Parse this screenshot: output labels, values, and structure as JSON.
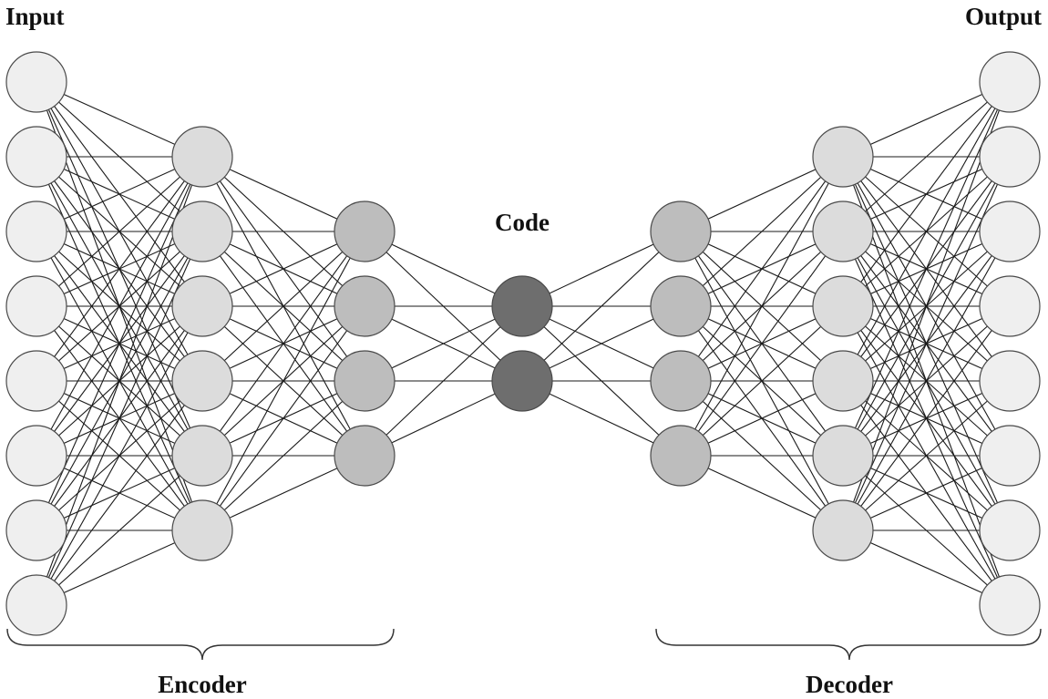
{
  "labels": {
    "input": "Input",
    "output": "Output",
    "code": "Code",
    "encoder": "Encoder",
    "decoder": "Decoder"
  },
  "network": {
    "layers": [
      {
        "role": "input",
        "nodes": 8,
        "fill": "#efefef"
      },
      {
        "role": "encoder-hidden-1",
        "nodes": 6,
        "fill": "#dcdcdc"
      },
      {
        "role": "encoder-hidden-2",
        "nodes": 4,
        "fill": "#bdbdbd"
      },
      {
        "role": "code",
        "nodes": 2,
        "fill": "#6e6e6e"
      },
      {
        "role": "decoder-hidden-1",
        "nodes": 4,
        "fill": "#bdbdbd"
      },
      {
        "role": "decoder-hidden-2",
        "nodes": 6,
        "fill": "#dcdcdc"
      },
      {
        "role": "output",
        "nodes": 8,
        "fill": "#efefef"
      }
    ],
    "connectivity": "fully-connected"
  },
  "colors": {
    "edge": "#1a1a1a",
    "node_stroke": "#4a4a4a",
    "text": "#111111"
  }
}
